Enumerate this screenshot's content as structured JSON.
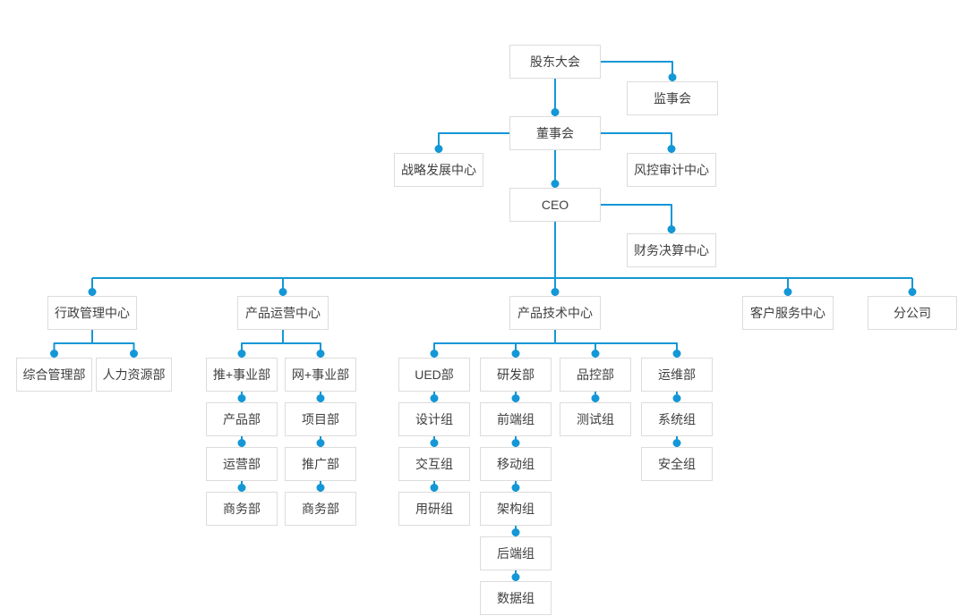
{
  "diagram": {
    "type": "org-chart",
    "root_label": "股东大会"
  },
  "colors": {
    "connector_blue": "#1497d6",
    "node_border": "#dcdcdc",
    "node_text": "#404040",
    "node_background": "#ffffff",
    "page_background": "#ffffff"
  },
  "nodes": [
    {
      "id": "shareholders-meeting",
      "label": "股东大会",
      "parent": null
    },
    {
      "id": "supervisory-board",
      "label": "监事会",
      "parent": "shareholders-meeting"
    },
    {
      "id": "board-of-directors",
      "label": "董事会",
      "parent": "shareholders-meeting"
    },
    {
      "id": "strategy-development-center",
      "label": "战略发展中心",
      "parent": "board-of-directors"
    },
    {
      "id": "risk-audit-center",
      "label": "风控审计中心",
      "parent": "board-of-directors"
    },
    {
      "id": "ceo",
      "label": "CEO",
      "parent": "board-of-directors"
    },
    {
      "id": "finance-settlement-center",
      "label": "财务决算中心",
      "parent": "ceo"
    },
    {
      "id": "admin-management-center",
      "label": "行政管理中心",
      "parent": "ceo"
    },
    {
      "id": "product-operation-center",
      "label": "产品运营中心",
      "parent": "ceo"
    },
    {
      "id": "product-technology-center",
      "label": "产品技术中心",
      "parent": "ceo"
    },
    {
      "id": "customer-service-center",
      "label": "客户服务中心",
      "parent": "ceo"
    },
    {
      "id": "branch-company",
      "label": "分公司",
      "parent": "ceo"
    },
    {
      "id": "general-management-dept",
      "label": "综合管理部",
      "parent": "admin-management-center"
    },
    {
      "id": "human-resources-dept",
      "label": "人力资源部",
      "parent": "admin-management-center"
    },
    {
      "id": "tui-plus-business-dept",
      "label": "推+事业部",
      "parent": "product-operation-center"
    },
    {
      "id": "wang-plus-business-dept",
      "label": "网+事业部",
      "parent": "product-operation-center"
    },
    {
      "id": "product-dept",
      "label": "产品部",
      "parent": "tui-plus-business-dept"
    },
    {
      "id": "operation-dept",
      "label": "运营部",
      "parent": "product-dept"
    },
    {
      "id": "business-dept-1",
      "label": "商务部",
      "parent": "operation-dept"
    },
    {
      "id": "project-dept",
      "label": "项目部",
      "parent": "wang-plus-business-dept"
    },
    {
      "id": "promotion-dept",
      "label": "推广部",
      "parent": "project-dept"
    },
    {
      "id": "business-dept-2",
      "label": "商务部",
      "parent": "promotion-dept"
    },
    {
      "id": "ued-dept",
      "label": "UED部",
      "parent": "product-technology-center"
    },
    {
      "id": "rd-dept",
      "label": "研发部",
      "parent": "product-technology-center"
    },
    {
      "id": "quality-control-dept",
      "label": "品控部",
      "parent": "product-technology-center"
    },
    {
      "id": "operation-maintenance-dept",
      "label": "运维部",
      "parent": "product-technology-center"
    },
    {
      "id": "design-team",
      "label": "设计组",
      "parent": "ued-dept"
    },
    {
      "id": "interaction-team",
      "label": "交互组",
      "parent": "design-team"
    },
    {
      "id": "user-research-team",
      "label": "用研组",
      "parent": "interaction-team"
    },
    {
      "id": "frontend-team",
      "label": "前端组",
      "parent": "rd-dept"
    },
    {
      "id": "mobile-team",
      "label": "移动组",
      "parent": "frontend-team"
    },
    {
      "id": "architecture-team",
      "label": "架构组",
      "parent": "mobile-team"
    },
    {
      "id": "backend-team",
      "label": "后端组",
      "parent": "architecture-team"
    },
    {
      "id": "data-team",
      "label": "数据组",
      "parent": "backend-team"
    },
    {
      "id": "testing-team",
      "label": "测试组",
      "parent": "quality-control-dept"
    },
    {
      "id": "system-team",
      "label": "系统组",
      "parent": "operation-maintenance-dept"
    },
    {
      "id": "security-team",
      "label": "安全组",
      "parent": "system-team"
    }
  ]
}
